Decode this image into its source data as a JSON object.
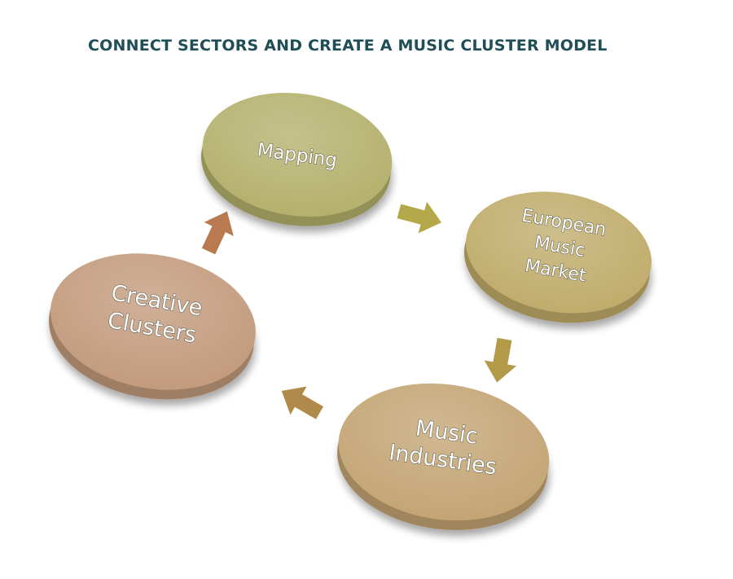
{
  "title": "CONNECT SECTORS AND CREATE A MUSIC CLUSTER MODEL",
  "nodes": [
    {
      "id": "mapping",
      "lines": [
        "Mapping"
      ],
      "color": "#b3b06c"
    },
    {
      "id": "european-music-market",
      "lines": [
        "European",
        "Music",
        "Market"
      ],
      "color": "#bfab6a"
    },
    {
      "id": "music-industries",
      "lines": [
        "Music",
        "Industries"
      ],
      "color": "#c3a473"
    },
    {
      "id": "creative-clusters",
      "lines": [
        "Creative",
        "Clusters"
      ],
      "color": "#c29a7c"
    }
  ],
  "arrows": [
    {
      "from": "mapping",
      "to": "european-music-market",
      "color": "#b5a84a"
    },
    {
      "from": "european-music-market",
      "to": "music-industries",
      "color": "#b39a48"
    },
    {
      "from": "music-industries",
      "to": "creative-clusters",
      "color": "#b08a4a"
    },
    {
      "from": "creative-clusters",
      "to": "mapping",
      "color": "#b87a4e"
    }
  ]
}
